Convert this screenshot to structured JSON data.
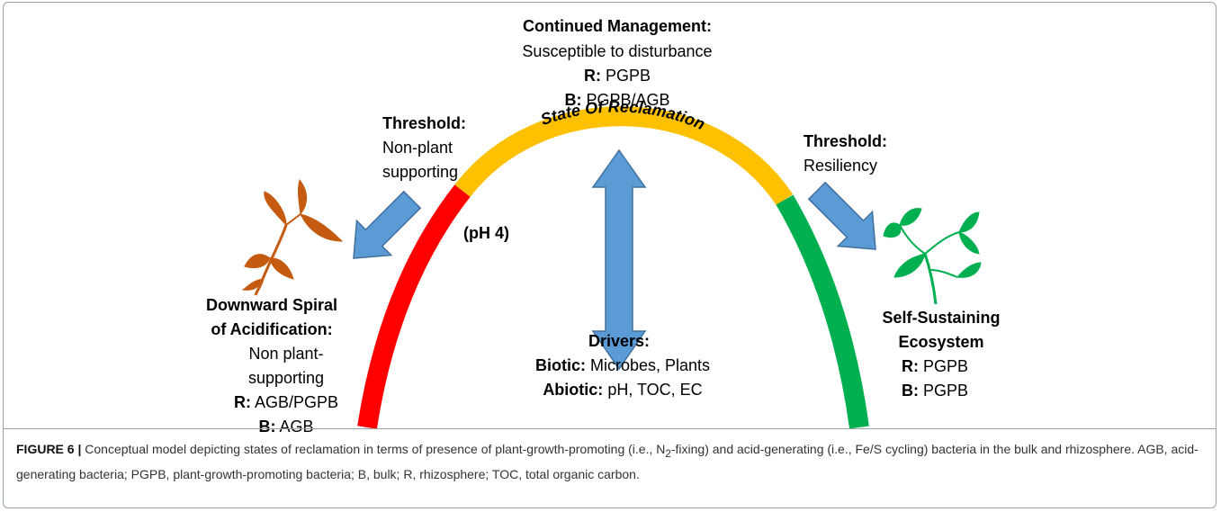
{
  "top_box": {
    "title": "Continued Management:",
    "line1": "Susceptible to disturbance",
    "r_label": "R:",
    "r_value": " PGPB",
    "b_label": "B:",
    "b_value": " PGPB/AGB"
  },
  "arc_label": "State Of Reclamation",
  "threshold_left": {
    "title": "Threshold:",
    "line1": "Non-plant",
    "line2": "supporting"
  },
  "threshold_right": {
    "title": "Threshold:",
    "line1": "Resiliency"
  },
  "ph_label": "(pH 4)",
  "left_state": {
    "title1": "Downward Spiral",
    "title2": "of Acidification:",
    "line1": "Non plant-",
    "line2": "supporting",
    "r_label": "R:",
    "r_value": " AGB/PGPB",
    "b_label": "B:",
    "b_value": " AGB"
  },
  "drivers": {
    "title": "Drivers:",
    "biotic_label": "Biotic:",
    "biotic_value": " Microbes, Plants",
    "abiotic_label": "Abiotic:",
    "abiotic_value": " pH, TOC, EC"
  },
  "right_state": {
    "title1": "Self-Sustaining",
    "title2": "Ecosystem",
    "r_label": "R:",
    "r_value": " PGPB",
    "b_label": "B:",
    "b_value": " PGPB"
  },
  "caption": {
    "label": "FIGURE 6 |",
    "text_before": " Conceptual model depicting states of reclamation in terms of presence of plant-growth-promoting (i.e., N",
    "subscript": "2",
    "text_after": "-fixing) and acid-generating (i.e., Fe/S cycling) bacteria in the bulk and rhizosphere. AGB, acid-generating bacteria; PGPB, plant-growth-promoting bacteria; B, bulk; R, rhizosphere; TOC, total organic carbon."
  },
  "colors": {
    "arc_red": "#ff0000",
    "arc_yellow": "#ffc000",
    "arc_green": "#00b050",
    "arrow_blue": "#5b9bd5",
    "arrow_outline": "#41719c",
    "dead_leaf": "#c55a11",
    "live_leaf": "#00b050"
  }
}
